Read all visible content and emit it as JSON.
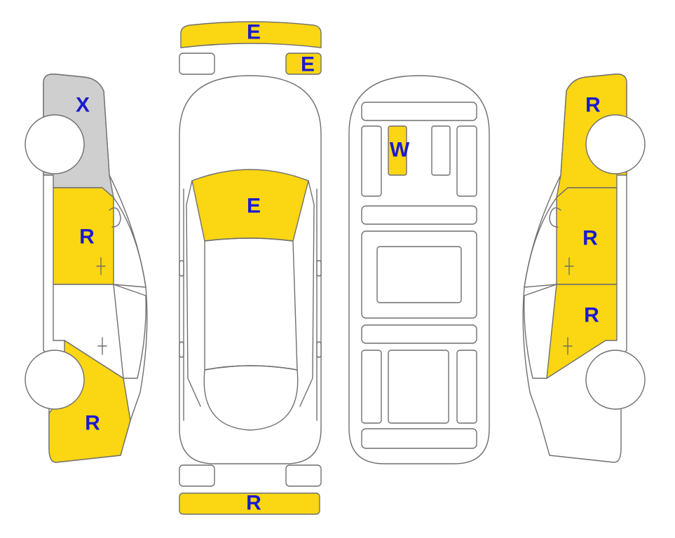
{
  "colors": {
    "damaged": "#fbd612",
    "replaced": "#cfcfcf",
    "label": "#1a1acf",
    "outline": "#6f6f6f"
  },
  "legend_codes": {
    "E": "yellow panel",
    "R": "yellow panel",
    "W": "yellow panel",
    "X": "gray panel"
  },
  "diagram": {
    "front_bumper_label": "E",
    "front_right_lamp_label": "E",
    "hood_label": "E",
    "roof_label": "W",
    "rear_bumper_label": "R",
    "left_side": {
      "front_fender_label": "X",
      "front_door_label": "R",
      "rear_quarter_label": "R"
    },
    "right_side": {
      "front_fender_label": "R",
      "front_door_label": "R",
      "rear_door_label": "R"
    }
  }
}
